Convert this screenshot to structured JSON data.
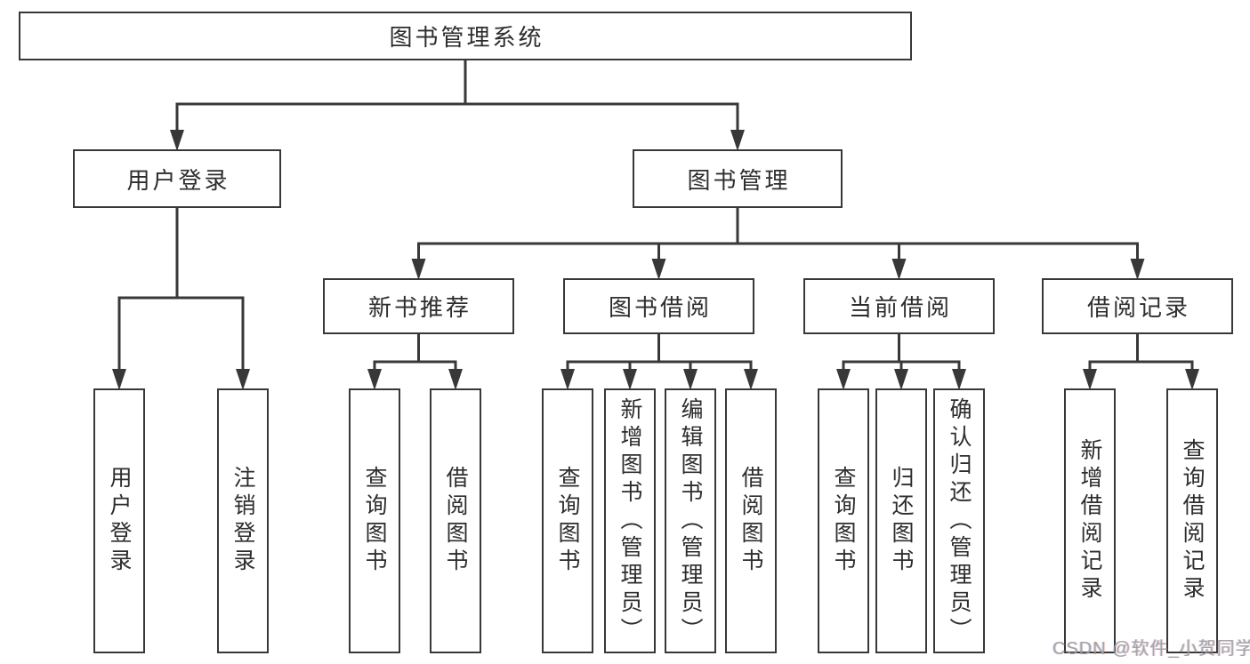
{
  "diagram": {
    "title": "图书管理系统",
    "root": {
      "label": "图书管理系统"
    },
    "level2": [
      {
        "id": "user-login",
        "label": "用户登录"
      },
      {
        "id": "book-management",
        "label": "图书管理"
      }
    ],
    "level3": [
      {
        "id": "new-book-recommend",
        "label": "新书推荐"
      },
      {
        "id": "book-borrowing",
        "label": "图书借阅"
      },
      {
        "id": "current-borrowing",
        "label": "当前借阅"
      },
      {
        "id": "borrowing-records",
        "label": "借阅记录"
      }
    ],
    "leaves": [
      {
        "id": "user-login-action",
        "label": "用户登录"
      },
      {
        "id": "logout-action",
        "label": "注销登录"
      },
      {
        "id": "recommend-query-books",
        "label": "查询图书"
      },
      {
        "id": "recommend-borrow-books",
        "label": "借阅图书"
      },
      {
        "id": "borrowing-query-books",
        "label": "查询图书"
      },
      {
        "id": "borrowing-add-books-admin",
        "label": "新增图书（管理员）"
      },
      {
        "id": "borrowing-edit-books-admin",
        "label": "编辑图书（管理员）"
      },
      {
        "id": "borrowing-borrow-books",
        "label": "借阅图书"
      },
      {
        "id": "current-query-books",
        "label": "查询图书"
      },
      {
        "id": "current-return-books",
        "label": "归还图书"
      },
      {
        "id": "current-confirm-return-admin",
        "label": "确认归还（管理员）"
      },
      {
        "id": "records-add-record",
        "label": "新增借阅记录"
      },
      {
        "id": "records-query-record",
        "label": "查询借阅记录"
      }
    ]
  },
  "watermark": {
    "text": "CSDN @软件_小贺同学"
  },
  "colors": {
    "background": "#ffffff",
    "line": "#383838",
    "box_border": "#383838",
    "text": "#2d2d2d",
    "watermark": "#9e9e9e"
  }
}
